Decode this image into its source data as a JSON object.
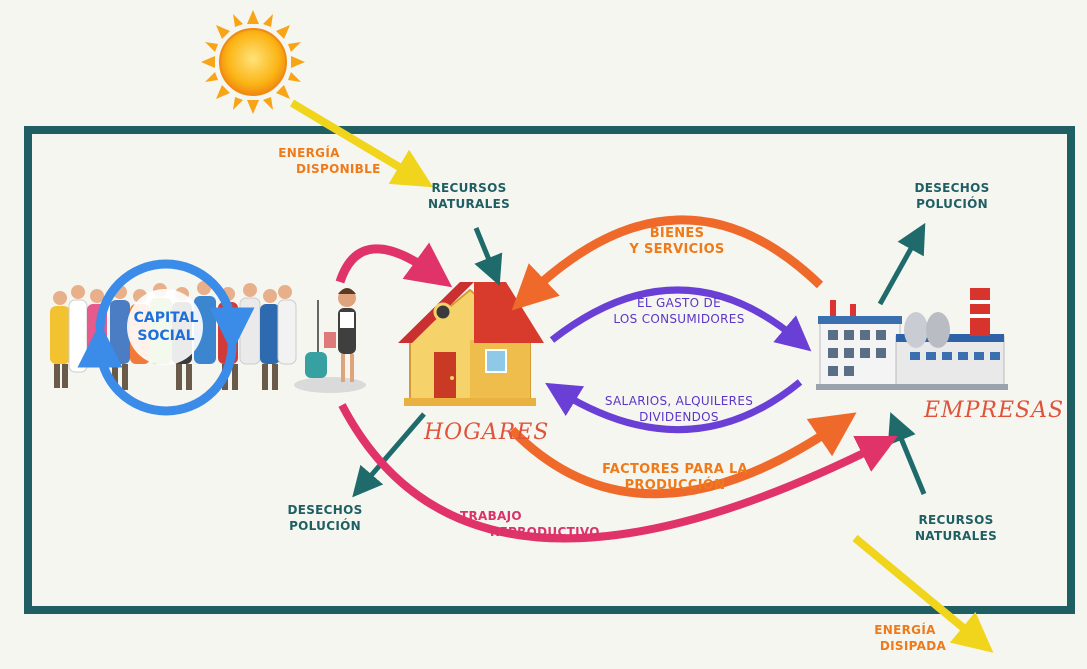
{
  "labels": {
    "energia_disponible": [
      "ENERGÍA",
      "DISPONIBLE"
    ],
    "recursos_naturales_top": [
      "RECURSOS",
      "NATURALES"
    ],
    "desechos_top": [
      "DESECHOS",
      "POLUCIÓN"
    ],
    "bienes_servicios": [
      "BIENES",
      "Y SERVICIOS"
    ],
    "gasto_consumidores": [
      "EL GASTO DE",
      "LOS CONSUMIDORES"
    ],
    "salarios": [
      "SALARIOS, ALQUILERES",
      "DIVIDENDOS"
    ],
    "factores": [
      "FACTORES PARA LA",
      "PRODUCCIÓN"
    ],
    "trabajo": [
      "TRABAJO",
      "REPRODUCTIVO"
    ],
    "desechos_bottom": [
      "DESECHOS",
      "POLUCIÓN"
    ],
    "recursos_naturales_bottom": [
      "RECURSOS",
      "NATURALES"
    ],
    "energia_disipada": [
      "ENERGÍA",
      "DISIPADA"
    ],
    "hogares": "HOGARES",
    "empresas": "EMPRESAS",
    "capital_social": [
      "CAPITAL",
      "SOCIAL"
    ]
  },
  "colors": {
    "frame": "#1f5f63",
    "sun": "#f7b21a",
    "energy_arrow": "#f0d51c",
    "orange_arrow": "#ef6a2a",
    "purple_arrow": "#6a3fd6",
    "pink_arrow": "#e0336a",
    "teal_arrow": "#1f6a6a",
    "capital_ring": "#3b8be8"
  }
}
